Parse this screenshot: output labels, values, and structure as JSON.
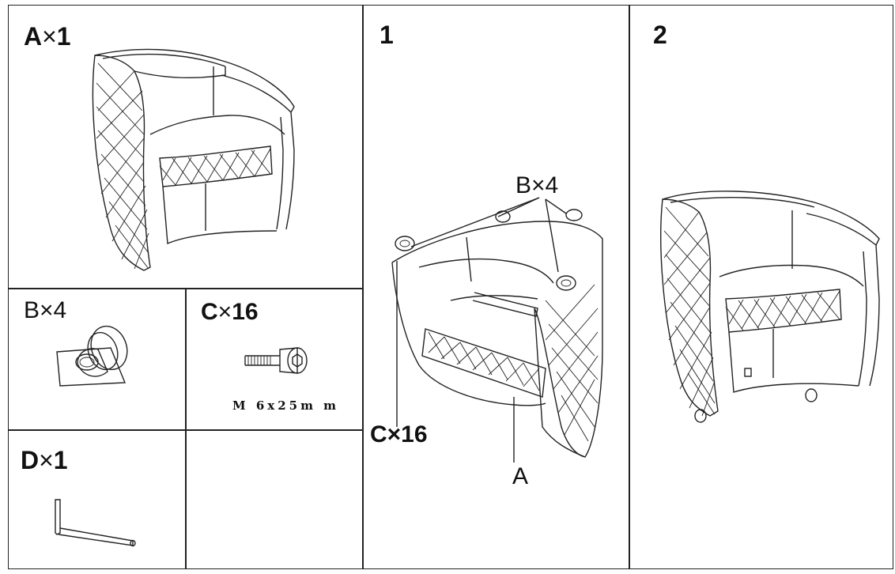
{
  "parts": {
    "a": {
      "letter": "A",
      "times": "×",
      "qty": "1"
    },
    "b": {
      "letter": "B",
      "times": "×",
      "qty": "4"
    },
    "c": {
      "letter": "C",
      "times": "×",
      "qty": "16",
      "spec": "M 6x25m m"
    },
    "d": {
      "letter": "D",
      "times": "×",
      "qty": "1"
    }
  },
  "steps": {
    "step1": {
      "number": "1",
      "callout_b": "B×4",
      "callout_c": "C×16",
      "callout_a": "A"
    },
    "step2": {
      "number": "2"
    }
  },
  "icons": [
    "armchair",
    "caster-wheel",
    "hex-bolt",
    "allen-key"
  ]
}
